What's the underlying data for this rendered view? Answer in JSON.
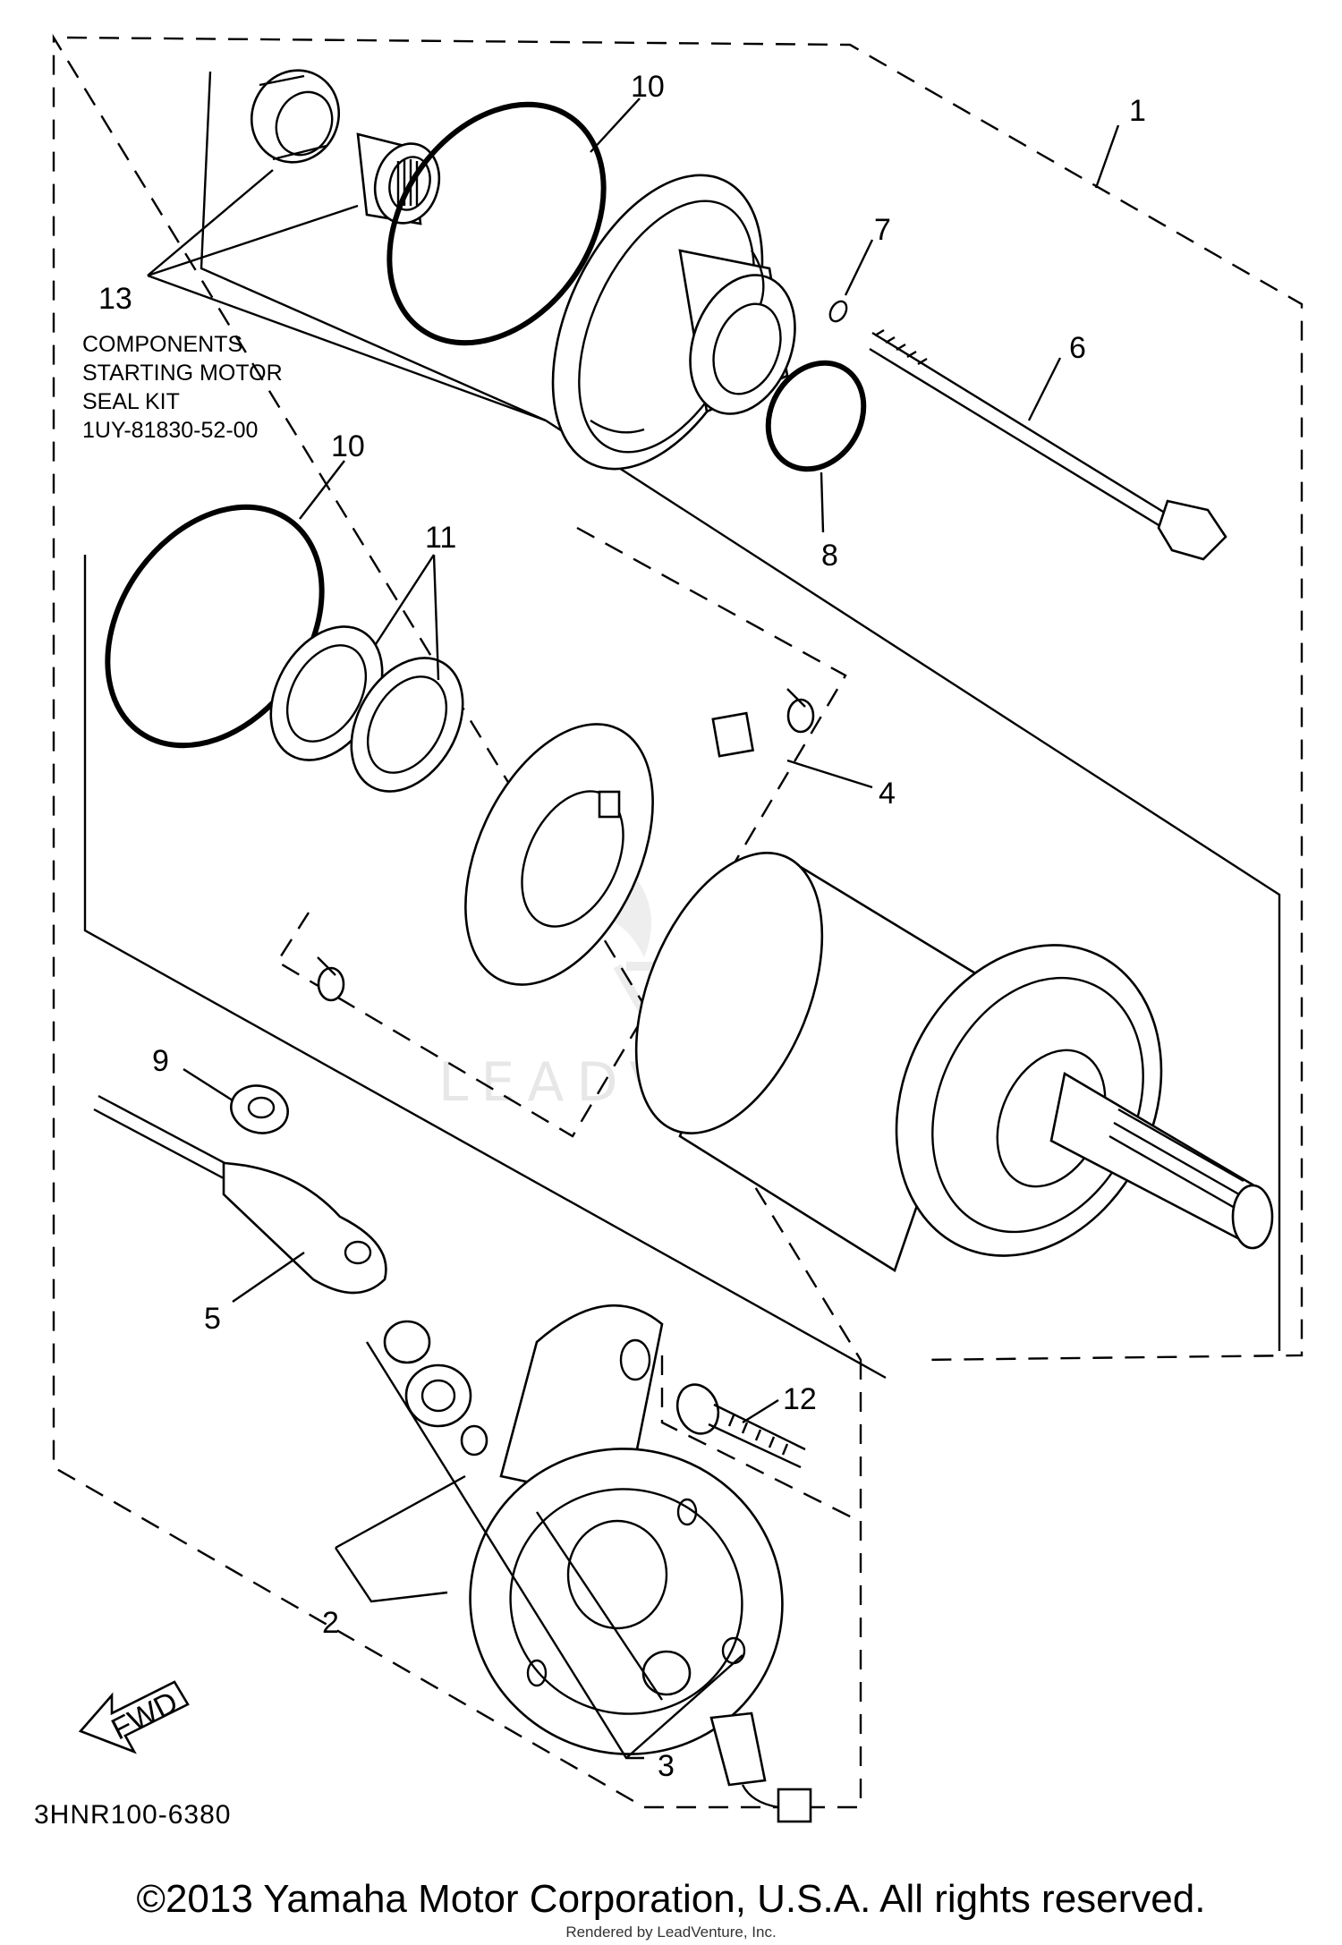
{
  "kit_label": {
    "line1": "COMPONENTS",
    "line2": "STARTING MOTOR",
    "line3": "SEAL KIT",
    "line4": "1UY-81830-52-00"
  },
  "callouts": {
    "c1": "1",
    "c2": "2",
    "c3": "3",
    "c4": "4",
    "c5": "5",
    "c6": "6",
    "c7": "7",
    "c8": "8",
    "c9": "9",
    "c10a": "10",
    "c10b": "10",
    "c11": "11",
    "c12": "12",
    "c13": "13"
  },
  "fwd_label": "FWD",
  "drawing_number": "3HNR100-6380",
  "watermark": "LEADVENTURE",
  "copyright": "©2013 Yamaha Motor Corporation, U.S.A. All rights reserved.",
  "rendered_by": "Rendered by LeadVenture, Inc."
}
